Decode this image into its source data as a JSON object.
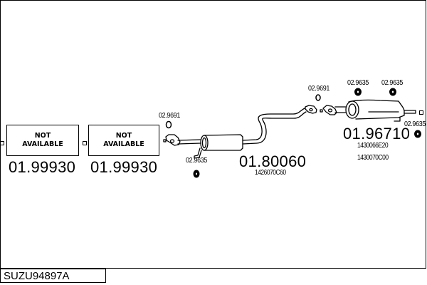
{
  "diagram": {
    "reference": "SUZU94897A",
    "front_pipe": {
      "status_line1": "NOT",
      "status_line2": "AVAILABLE",
      "part_number": "01.99930"
    },
    "catalytic_section": {
      "status_line1": "NOT",
      "status_line2": "AVAILABLE",
      "part_number": "01.99930"
    },
    "centre_muffler": {
      "part_number": "01.80060",
      "oe_numbers": [
        "1426070C60"
      ],
      "gasket": "02.9691",
      "hanger": "02.9635"
    },
    "rear_muffler": {
      "part_number": "01.96710",
      "oe_numbers": [
        "1430066E20",
        "1430070C00"
      ],
      "gasket": "02.9691",
      "hangers": [
        "02.9635",
        "02.9635",
        "02.9635"
      ]
    }
  }
}
